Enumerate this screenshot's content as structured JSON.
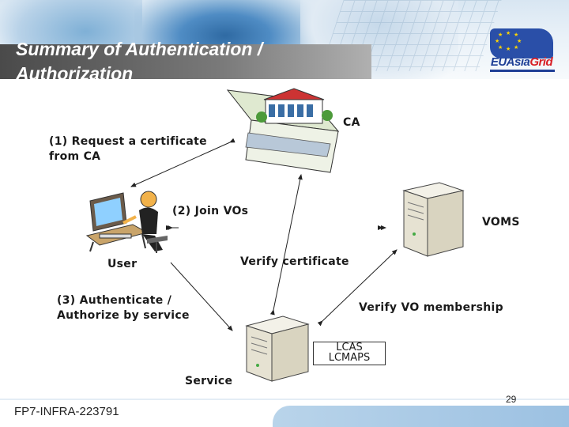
{
  "slide": {
    "title": "Summary of Authentication /\nAuthorization",
    "logo": {
      "word_main": "EUAsia",
      "word_grid": "Grid"
    },
    "footer": "FP7-INFRA-223791",
    "page_number": "29"
  },
  "diagram": {
    "nodes": {
      "ca": "CA",
      "voms": "VOMS",
      "user": "User",
      "service": "Service",
      "lcas": "LCAS",
      "lcmaps": "LCMAPS"
    },
    "steps": {
      "request_cert": "(1) Request a certificate\nfrom CA",
      "join_vos": "(2) Join  VOs",
      "authenticate": "(3) Authenticate /\nAuthorize by service",
      "verify_cert": "Verify certificate",
      "verify_vo": "Verify VO membership"
    }
  }
}
